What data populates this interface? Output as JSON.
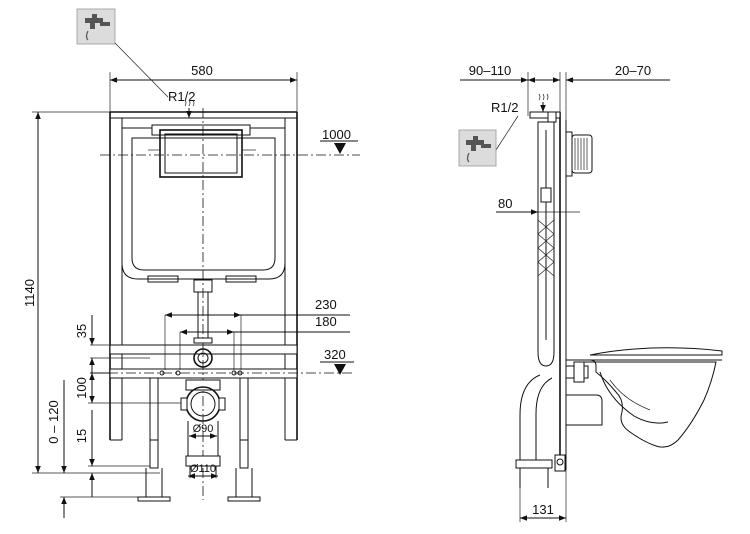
{
  "front_view": {
    "width_label": "580",
    "height_label": "1140",
    "supply_label": "R1/2",
    "flush_height_label": "1000",
    "drain_height_label": "320",
    "bolt_spacing_wide_label": "230",
    "bolt_spacing_narrow_label": "180",
    "dim_35_label": "35",
    "dim_100_label": "100",
    "leg_adjust_label": "0 – 120",
    "dim_15_label": "15",
    "pipe_90_label": "Ø90",
    "pipe_110_label": "Ø110"
  },
  "side_view": {
    "wall_offset_label": "90–110",
    "cover_offset_label": "20–70",
    "supply_label": "R1/2",
    "frame_depth_label": "80",
    "base_depth_label": "131"
  },
  "icons": {
    "front_faucet": "faucet-icon",
    "side_faucet": "faucet-icon",
    "water_symbol": "water-supply-icon"
  }
}
